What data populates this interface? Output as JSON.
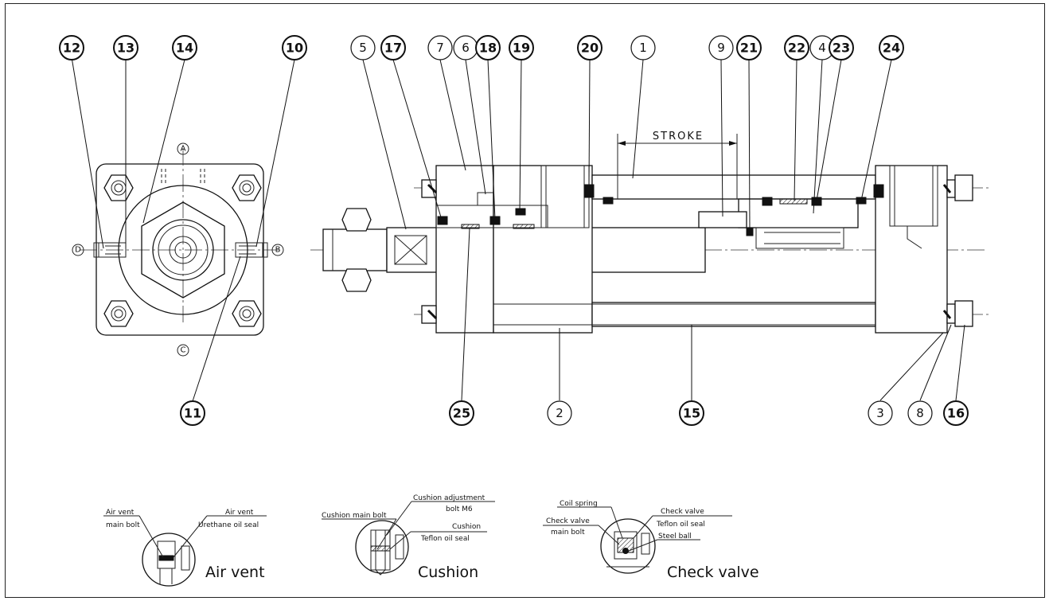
{
  "views": {
    "port_labels": [
      "A",
      "B",
      "C",
      "D"
    ],
    "stroke_label": "STROKE"
  },
  "balloons": {
    "normal": [
      "1",
      "2",
      "3",
      "4",
      "5",
      "6",
      "7",
      "8",
      "9"
    ],
    "bold": [
      "10",
      "11",
      "12",
      "13",
      "14",
      "15",
      "16",
      "17",
      "18",
      "19",
      "20",
      "21",
      "22",
      "23",
      "24",
      "25"
    ]
  },
  "details": {
    "air_vent": {
      "title": "Air vent",
      "left_label_1": "Air vent",
      "left_label_2": "main bolt",
      "right_label_1": "Air vent",
      "right_label_2": "Urethane oil seal"
    },
    "cushion": {
      "title": "Cushion",
      "main_bolt": "Cushion main bolt",
      "adjust_1": "Cushion adjustment",
      "adjust_2": "bolt M6",
      "seal_1": "Cushion",
      "seal_2": "Teflon oil seal"
    },
    "check_valve": {
      "title": "Check valve",
      "coil_spring": "Coil spring",
      "main_1": "Check valve",
      "main_2": "main bolt",
      "seal_1": "Check valve",
      "seal_2": "Teflon oil seal",
      "ball": "Steel ball"
    }
  }
}
